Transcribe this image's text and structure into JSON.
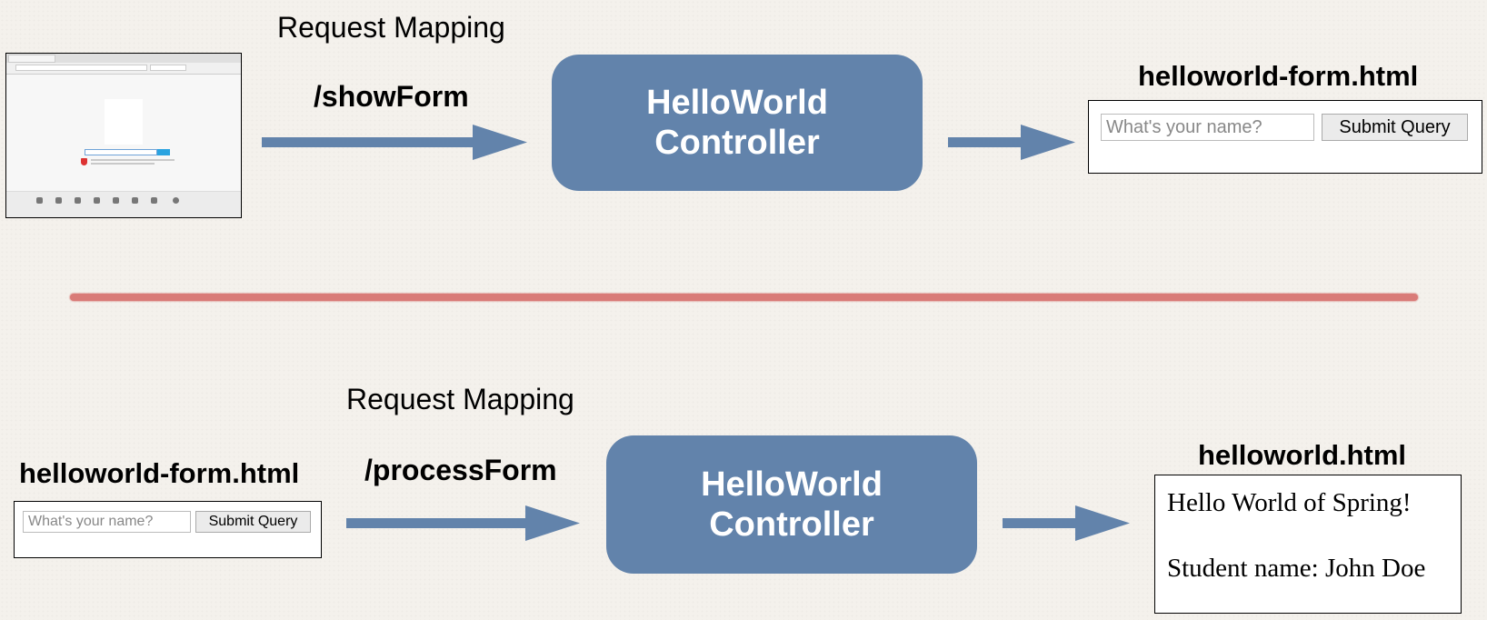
{
  "row1": {
    "request_mapping_label": "Request Mapping",
    "path": "/showForm",
    "controller_line1": "HelloWorld",
    "controller_line2": "Controller",
    "output_file": "helloworld-form.html",
    "form": {
      "input_placeholder": "What's your name?",
      "button_label": "Submit Query"
    }
  },
  "row2": {
    "request_mapping_label": "Request Mapping",
    "path": "/processForm",
    "input_file": "helloworld-form.html",
    "form": {
      "input_placeholder": "What's your name?",
      "button_label": "Submit Query"
    },
    "controller_line1": "HelloWorld",
    "controller_line2": "Controller",
    "output_file": "helloworld.html",
    "result": {
      "greeting": "Hello World of Spring!",
      "student_line": "Student name: John Doe"
    }
  },
  "colors": {
    "controller": "#6283ab",
    "arrow": "#6283ab",
    "divider": "#d97b78"
  }
}
